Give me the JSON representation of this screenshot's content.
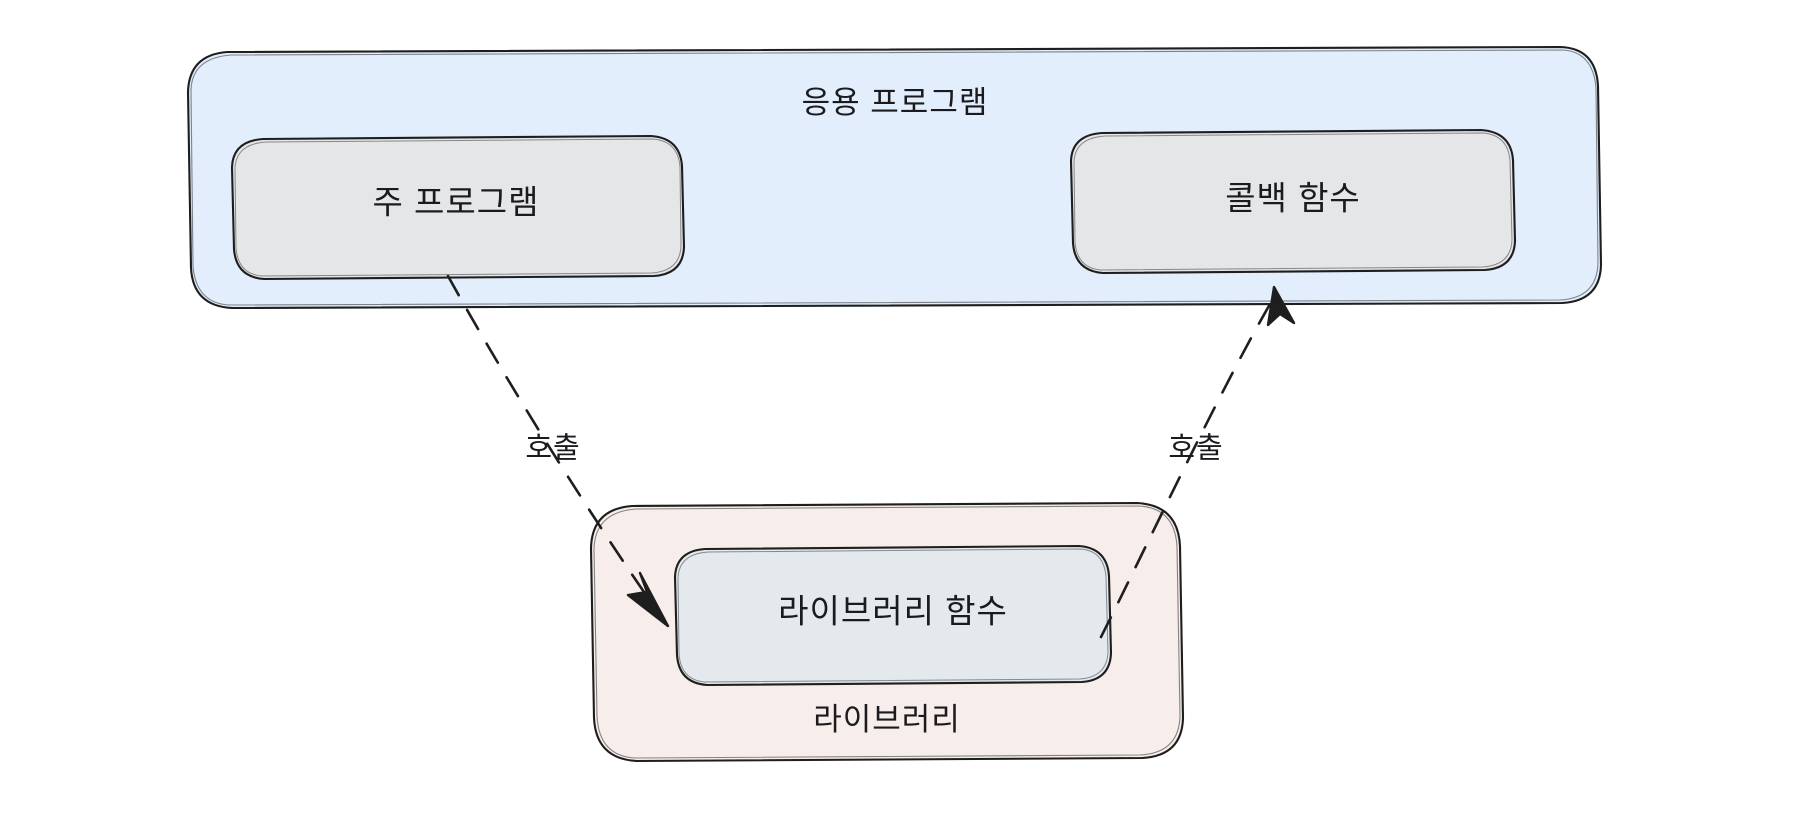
{
  "diagram": {
    "type": "flowchart",
    "title_text": "응용 프로그램",
    "containers": [
      {
        "id": "application",
        "label": "응용 프로그램",
        "fill": "#e2eefb",
        "stroke": "#1e1e1e",
        "label_position": "top-center"
      },
      {
        "id": "library",
        "label": "라이브러리",
        "fill": "#f7edea",
        "stroke": "#1e1e1e",
        "label_position": "bottom-center"
      }
    ],
    "nodes": [
      {
        "id": "main-program",
        "label": "주 프로그램",
        "parent": "application",
        "fill": "#e4e6e8",
        "stroke": "#1e1e1e"
      },
      {
        "id": "callback-function",
        "label": "콜백 함수",
        "parent": "application",
        "fill": "#e4e6e8",
        "stroke": "#1e1e1e"
      },
      {
        "id": "library-function",
        "label": "라이브러리 함수",
        "parent": "library",
        "fill": "#e3e9ec",
        "stroke": "#1e1e1e"
      }
    ],
    "edges": [
      {
        "id": "edge-main-to-library",
        "label": "호출",
        "from": "main-program",
        "to": "library-function",
        "style": "dashed",
        "arrow": "end",
        "stroke": "#1e1e1e"
      },
      {
        "id": "edge-library-to-callback",
        "label": "호출",
        "from": "library-function",
        "to": "callback-function",
        "style": "dashed",
        "arrow": "end",
        "stroke": "#1e1e1e"
      }
    ]
  }
}
